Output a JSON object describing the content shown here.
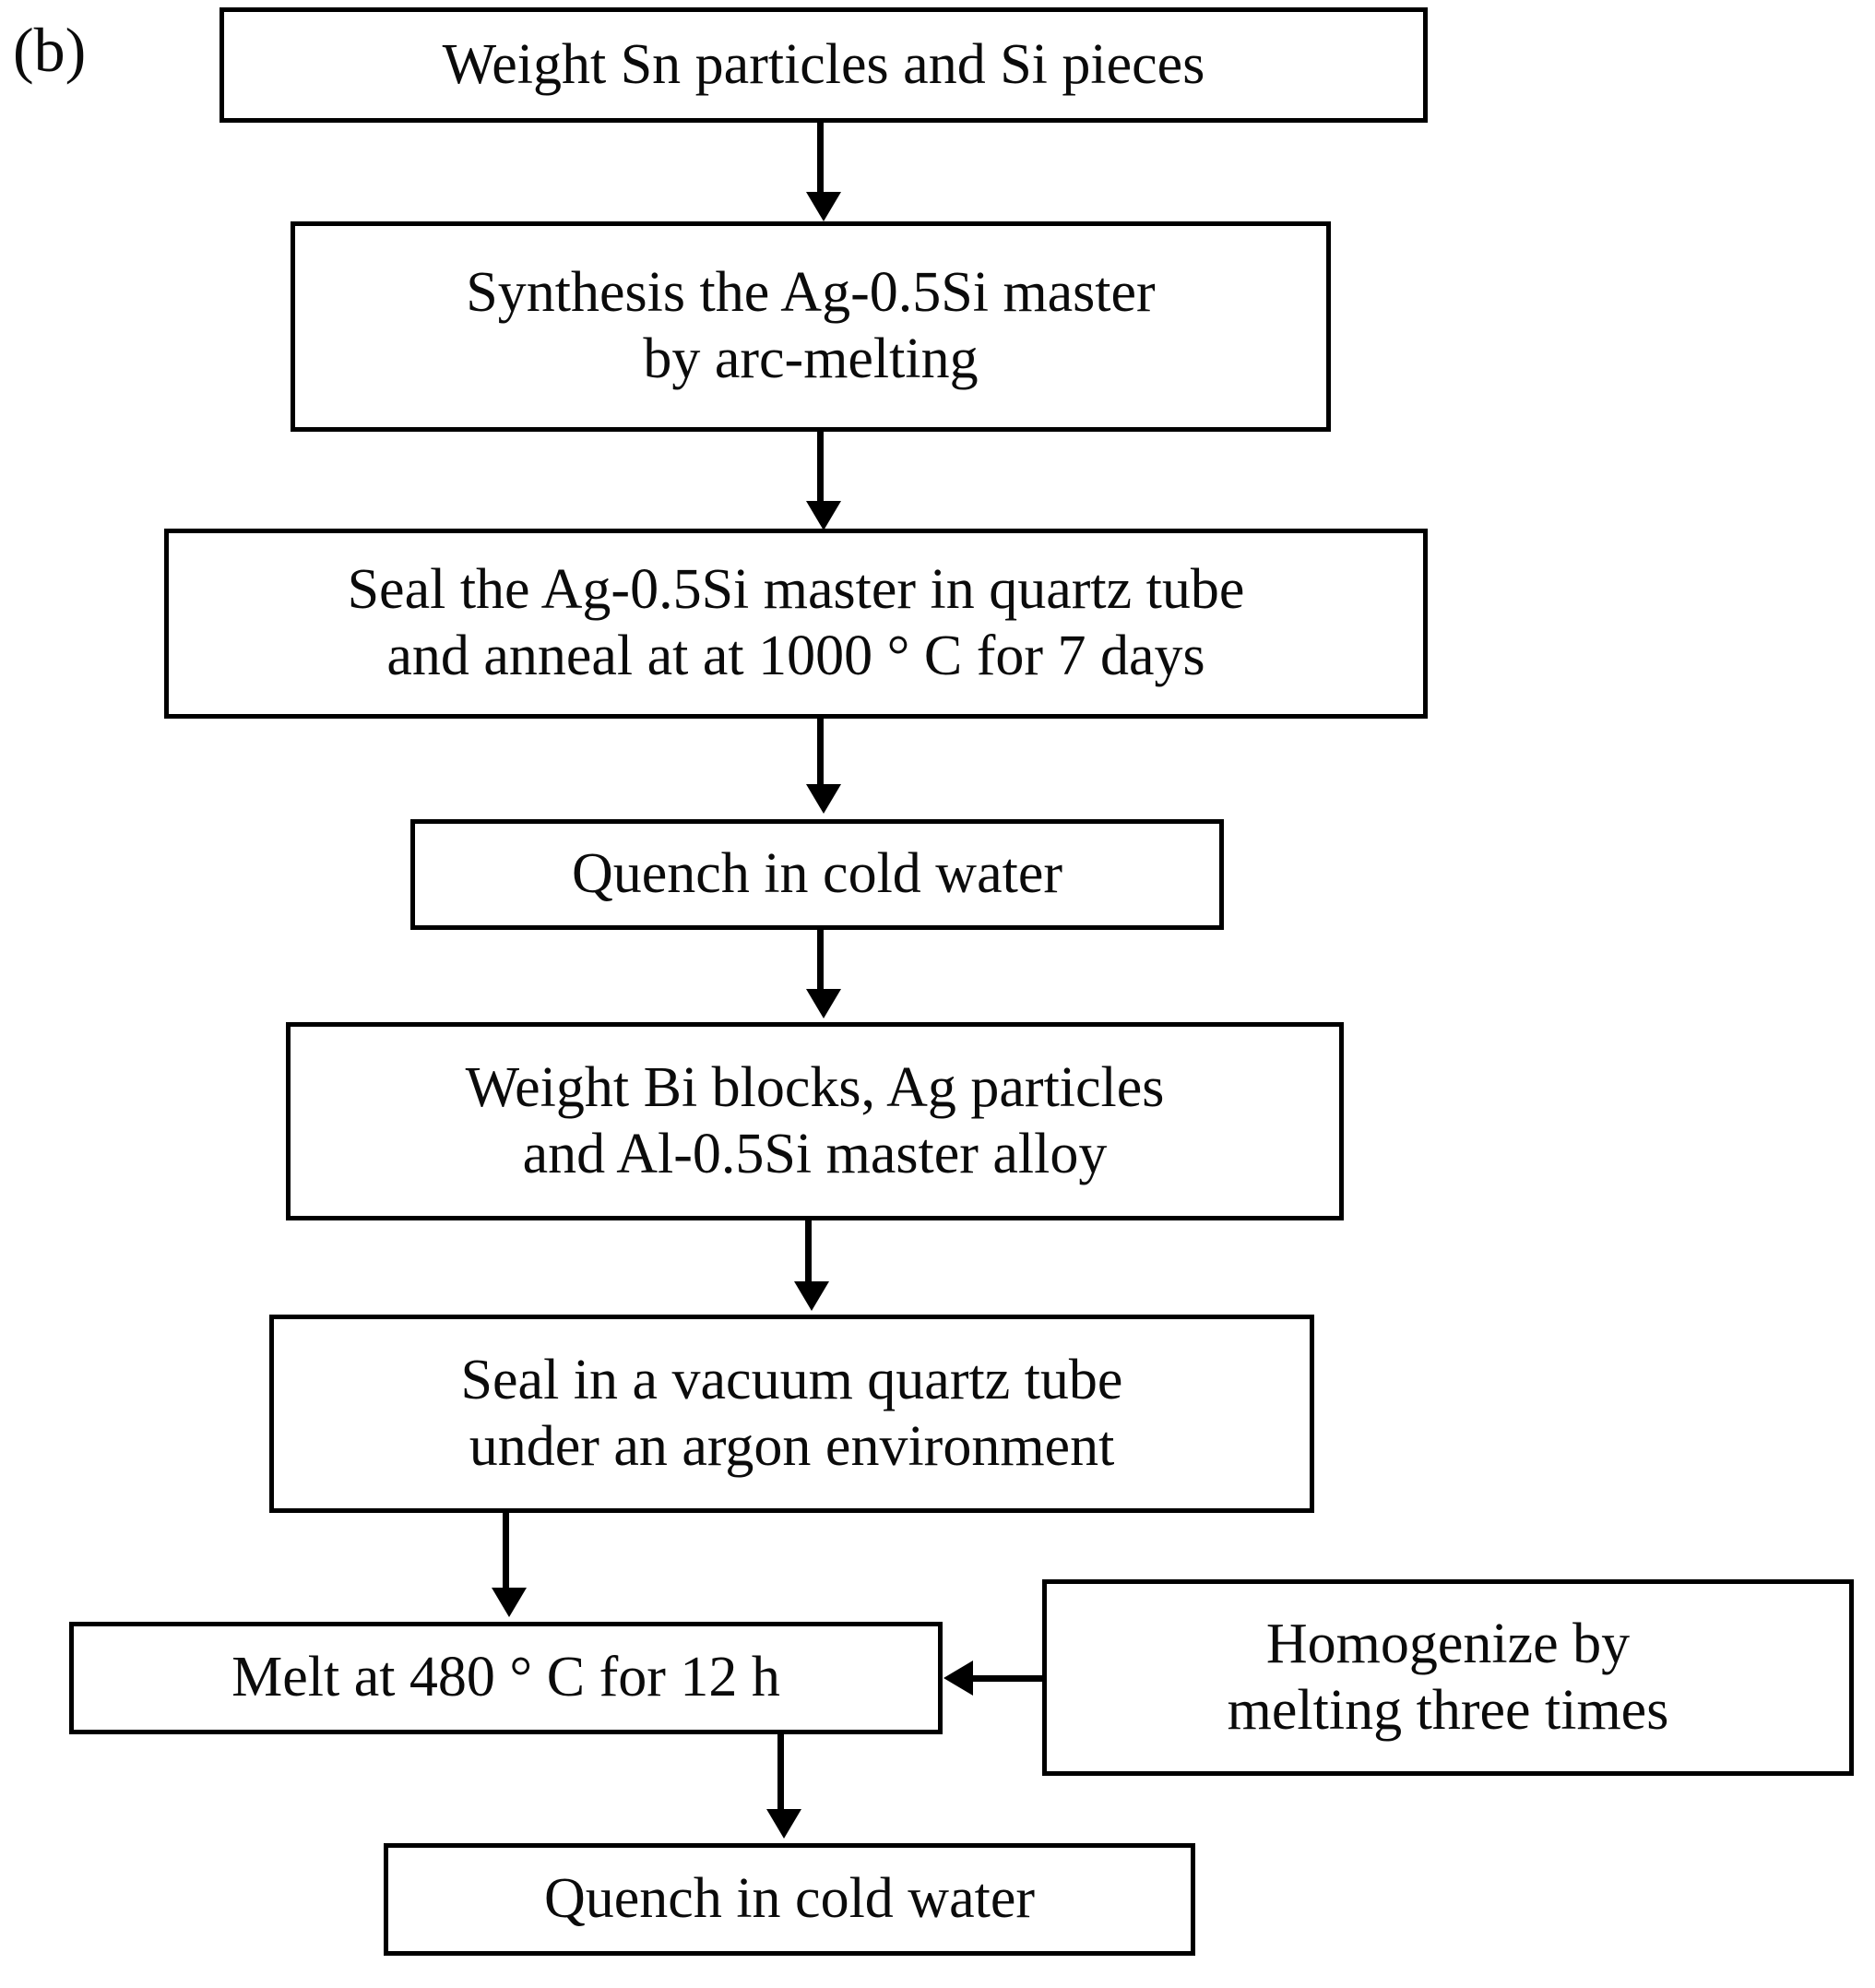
{
  "figure": {
    "panel_label": "(b)",
    "type": "flowchart",
    "orientation": "vertical",
    "background_color": "#ffffff",
    "line_color": "#000000",
    "text_color": "#0b0b0b"
  },
  "nodes": [
    {
      "id": "weight-sn-si",
      "text": "Weight Sn particles and Si pieces",
      "lines": [
        "Weight Sn particles and Si pieces"
      ]
    },
    {
      "id": "synthesis-master",
      "text": "Synthesis the Ag-0.5Si master by arc-melting",
      "lines": [
        "Synthesis the Ag-0.5Si master",
        "by arc-melting"
      ]
    },
    {
      "id": "seal-anneal",
      "text": "Seal the Ag-0.5Si master in quartz tube and anneal at at 1000 ° C for 7 days",
      "lines": [
        "Seal the Ag-0.5Si master in quartz tube",
        "and anneal at at 1000 °  C for 7 days"
      ]
    },
    {
      "id": "quench-1",
      "text": "Quench in cold water",
      "lines": [
        "Quench in cold water"
      ]
    },
    {
      "id": "weight-bi-ag",
      "text": "Weight Bi blocks, Ag particles and Al-0.5Si master alloy",
      "lines": [
        "Weight Bi blocks, Ag particles",
        "and Al-0.5Si master alloy"
      ]
    },
    {
      "id": "seal-vacuum",
      "text": "Seal in a vacuum quartz tube under an argon environment",
      "lines": [
        "Seal in a vacuum quartz tube",
        "under an argon environment"
      ]
    },
    {
      "id": "melt-480",
      "text": "Melt at 480 ° C for 12 h",
      "lines": [
        "Melt at 480 °  C for 12 h"
      ]
    },
    {
      "id": "homogenize",
      "text": "Homogenize by melting three times",
      "lines": [
        "Homogenize by",
        "melting three times"
      ]
    },
    {
      "id": "quench-2",
      "text": "Quench in cold water",
      "lines": [
        "Quench in cold water"
      ]
    }
  ],
  "connectors": [
    {
      "id": "weight-sn-si-to-synthesis-master",
      "direction": "down"
    },
    {
      "id": "synthesis-master-to-seal-anneal",
      "direction": "down"
    },
    {
      "id": "seal-anneal-to-quench-1",
      "direction": "down"
    },
    {
      "id": "quench-1-to-weight-bi-ag",
      "direction": "down"
    },
    {
      "id": "weight-bi-ag-to-seal-vacuum",
      "direction": "down"
    },
    {
      "id": "seal-vacuum-to-melt-480",
      "direction": "down"
    },
    {
      "id": "homogenize-to-melt-480",
      "direction": "left"
    },
    {
      "id": "melt-480-to-quench-2",
      "direction": "down"
    }
  ]
}
